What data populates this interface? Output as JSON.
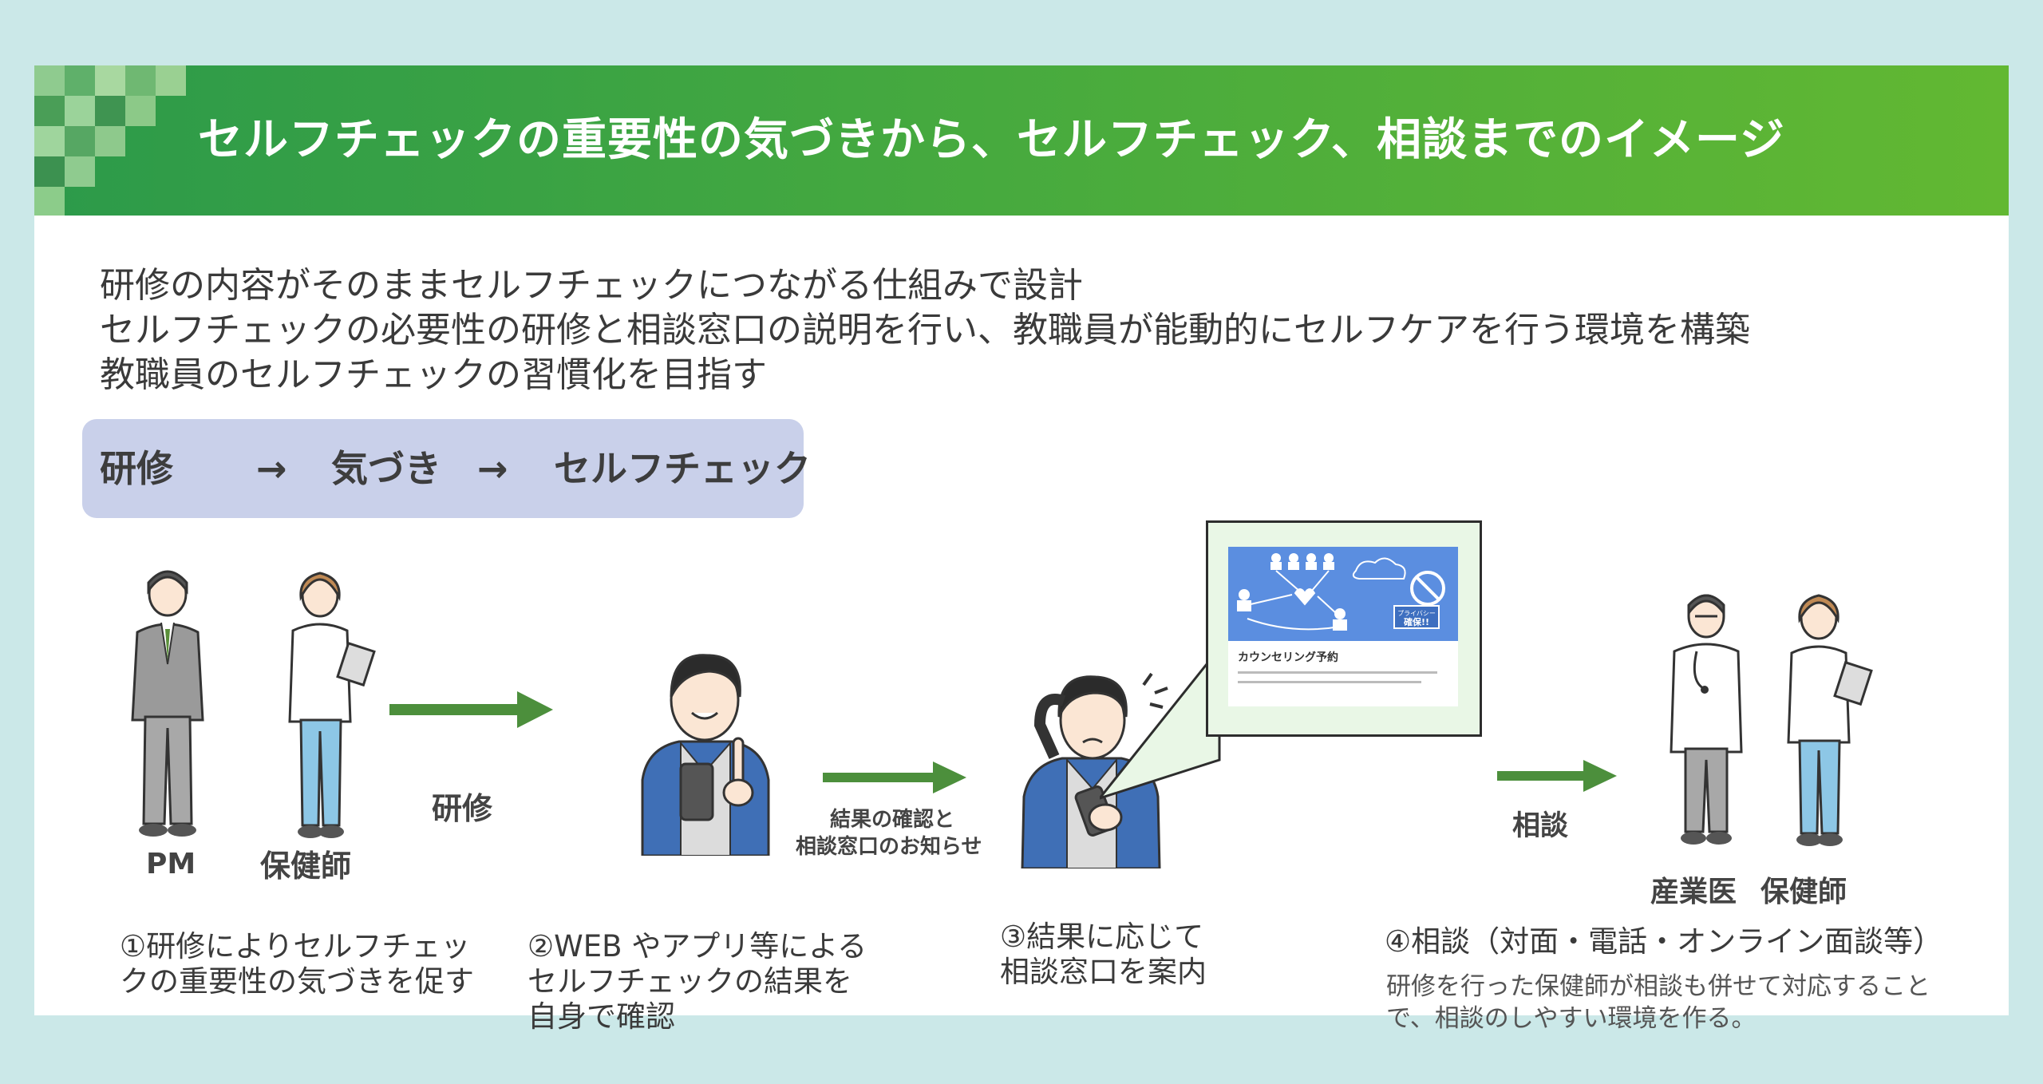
{
  "title": "セルフチェックの重要性の気づきから、セルフチェック、相談までのイメージ",
  "intro_lines": [
    "研修の内容がそのままセルフチェックにつながる仕組みで設計",
    "セルフチェックの必要性の研修と相談窓口の説明を行い、教職員が能動的にセルフケアを行う環境を構築",
    "教職員のセルフチェックの習慣化を目指す"
  ],
  "flow_banner": {
    "step1": "研修",
    "arrow1": "→",
    "step2": "気づき",
    "arrow2": "→",
    "step3": "セルフチェック"
  },
  "people_labels": {
    "pm": "PM",
    "nurse": "保健師",
    "industrial_doctor": "産業医",
    "nurse2": "保健師"
  },
  "arrow_labels": {
    "training": "研修",
    "result_line1": "結果の確認と",
    "result_line2": "相談窓口のお知らせ",
    "consult": "相談"
  },
  "steps": {
    "s1": [
      "①研修によりセルフチェッ",
      "クの重要性の気づきを促す"
    ],
    "s2": [
      "②WEB やアプリ等による",
      "セルフチェックの結果を",
      "自身で確認"
    ],
    "s3": [
      "③結果に応じて",
      "相談窓口を案内"
    ],
    "s4": "④相談（対面・電話・オンライン面談等）",
    "s4_note": [
      "研修を行った保健師が相談も併せて対応すること",
      "で、相談のしやすい環境を作る。"
    ]
  },
  "screen": {
    "heading": "カウンセリング予約",
    "badge_line1": "プライバシー",
    "badge_line2": "確保!!"
  },
  "colors": {
    "background": "#cbe8e8",
    "title_green_start": "#2c9a4a",
    "title_green_end": "#62b832",
    "arrow_green": "#4c8f3c",
    "banner": "#c9d0ea",
    "screen_blue": "#5b8ee0"
  }
}
